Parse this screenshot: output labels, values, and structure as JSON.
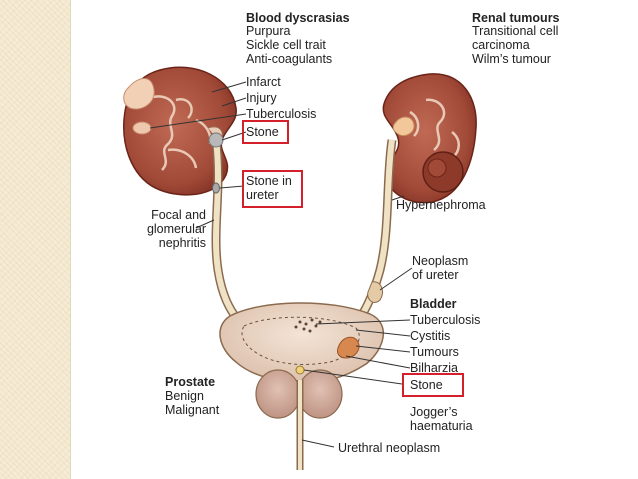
{
  "groups": {
    "blood_dyscrasias": {
      "title": "Blood dyscrasias",
      "items": [
        "Purpura",
        "Sickle cell trait",
        "Anti-coagulants"
      ]
    },
    "renal_tumours": {
      "title": "Renal tumours",
      "items": [
        "Transitional cell",
        "carcinoma",
        "Wilm’s tumour"
      ]
    },
    "bladder": {
      "title": "Bladder",
      "items": [
        "Tuberculosis",
        "Cystitis",
        "Tumours",
        "Bilharzia",
        "Stone"
      ]
    },
    "prostate": {
      "title": "Prostate",
      "items": [
        "Benign",
        "Malignant"
      ]
    }
  },
  "kidney_labels": {
    "infarct": "Infarct",
    "injury": "Injury",
    "tuberculosis": "Tuberculosis",
    "stone": "Stone"
  },
  "ureter_labels": {
    "stone_in_ureter": [
      "Stone in",
      "ureter"
    ],
    "neoplasm": [
      "Neoplasm",
      "of ureter"
    ]
  },
  "other_labels": {
    "focal_nephritis": [
      "Focal and",
      "glomerular",
      "nephritis"
    ],
    "hypernephroma": "Hypernephroma",
    "joggers": [
      "Jogger’s",
      "haematuria"
    ],
    "urethral_neoplasm": "Urethral neoplasm"
  },
  "colors": {
    "kidney": "#a9503f",
    "kidney_dark": "#7d2e22",
    "ureter": "#f0e2c4",
    "bladder": "#e9d5c4",
    "prostate": "#cfa898",
    "highlight": "#d4202a",
    "side_strip": "#f6ecd4"
  }
}
